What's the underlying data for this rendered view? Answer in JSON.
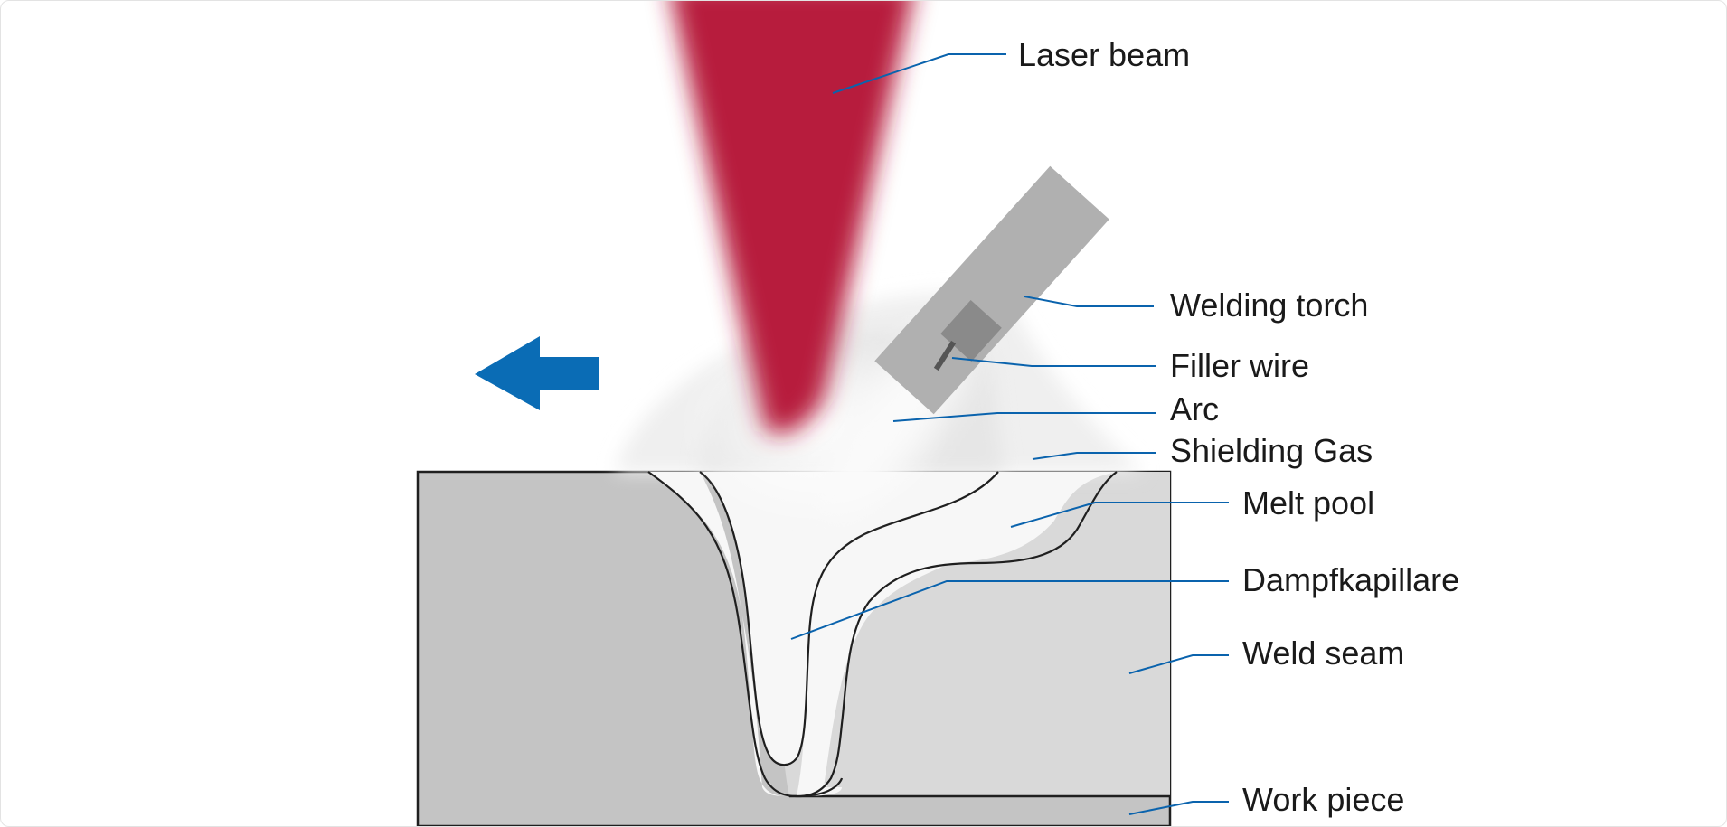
{
  "diagram": {
    "labels": {
      "laser_beam": "Laser beam",
      "welding_torch": "Welding torch",
      "filler_wire": "Filler wire",
      "arc": "Arc",
      "shielding_gas": "Shielding Gas",
      "melt_pool": "Melt pool",
      "dampfkapillare": "Dampfkapillare",
      "weld_seam": "Weld seam",
      "work_piece": "Work piece"
    },
    "arrow_icon": "arrow-left-icon",
    "colors": {
      "laser": "#b71c3e",
      "arrow": "#0a6cb5",
      "leader": "#0a63ad",
      "work_piece": "#c4c4c4",
      "weld_seam": "#d9d9d9",
      "melt_pool": "#f7f7f7",
      "torch": "#b0b0b0"
    }
  }
}
